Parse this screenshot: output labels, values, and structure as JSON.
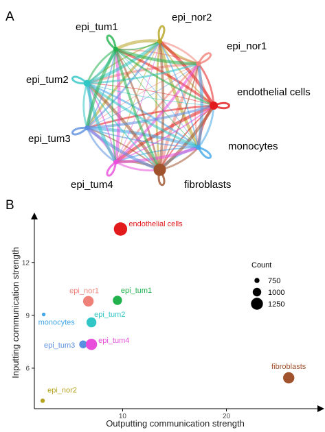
{
  "panel_a_letter": "A",
  "panel_b_letter": "B",
  "colors": {
    "epi_tum1": "#22b14c",
    "epi_nor2": "#b5a321",
    "epi_nor1": "#f08178",
    "endothelial cells": "#e31a1c",
    "monocytes": "#41a6e8",
    "fibroblasts": "#a0522d",
    "epi_tum4": "#e84ddb",
    "epi_tum3": "#5b8fe0",
    "epi_tum2": "#30c6c6"
  },
  "chart_data": [
    {
      "type": "network",
      "nodes": [
        {
          "name": "epi_nor2",
          "color": "#b5a321"
        },
        {
          "name": "epi_nor1",
          "color": "#f08178"
        },
        {
          "name": "endothelial cells",
          "color": "#e31a1c"
        },
        {
          "name": "monocytes",
          "color": "#41a6e8"
        },
        {
          "name": "fibroblasts",
          "color": "#a0522d"
        },
        {
          "name": "epi_tum4",
          "color": "#e84ddb"
        },
        {
          "name": "epi_tum3",
          "color": "#5b8fe0"
        },
        {
          "name": "epi_tum2",
          "color": "#30c6c6"
        },
        {
          "name": "epi_tum1",
          "color": "#22b14c"
        }
      ]
    },
    {
      "type": "scatter",
      "xlabel": "Outputting communication strength",
      "ylabel": "Inputting communication strength",
      "xlim": [
        1.5,
        28.5
      ],
      "ylim": [
        3.7,
        14.6
      ],
      "xticks": [
        10,
        20
      ],
      "yticks": [
        6,
        9,
        12
      ],
      "points": [
        {
          "name": "endothelial cells",
          "x": 9.8,
          "y": 13.9,
          "count": 1350,
          "color": "#e31a1c"
        },
        {
          "name": "epi_nor1",
          "x": 6.7,
          "y": 9.8,
          "count": 1150,
          "color": "#f08178"
        },
        {
          "name": "epi_tum1",
          "x": 9.5,
          "y": 9.85,
          "count": 1050,
          "color": "#22b14c"
        },
        {
          "name": "monocytes",
          "x": 2.4,
          "y": 9.05,
          "count": 650,
          "color": "#41a6e8"
        },
        {
          "name": "epi_tum2",
          "x": 7.0,
          "y": 8.6,
          "count": 1100,
          "color": "#30c6c6"
        },
        {
          "name": "epi_tum3",
          "x": 6.2,
          "y": 7.35,
          "count": 950,
          "color": "#5b8fe0"
        },
        {
          "name": "epi_tum4",
          "x": 7.0,
          "y": 7.35,
          "count": 1200,
          "color": "#e84ddb"
        },
        {
          "name": "fibroblasts",
          "x": 26.0,
          "y": 5.45,
          "count": 1200,
          "color": "#a0522d"
        },
        {
          "name": "epi_nor2",
          "x": 2.3,
          "y": 4.15,
          "count": 700,
          "color": "#b5a321"
        }
      ],
      "legend": {
        "title": "Count",
        "placement": "right",
        "entries": [
          {
            "label": "750",
            "count": 750
          },
          {
            "label": "1000",
            "count": 1000
          },
          {
            "label": "1250",
            "count": 1250
          }
        ]
      }
    }
  ]
}
